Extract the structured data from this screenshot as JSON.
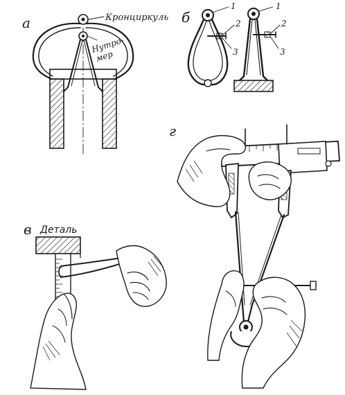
{
  "panels": {
    "a": {
      "letter": "а",
      "callouts": {
        "caliper": "Кронциркуль",
        "inner_caliper_line1": "Нутро-",
        "inner_caliper_line2": "мер"
      }
    },
    "b": {
      "letter": "б",
      "left_numbers": [
        "1",
        "2",
        "3"
      ],
      "right_numbers": [
        "1",
        "2",
        "3"
      ]
    },
    "v": {
      "letter": "в",
      "part_label": "Деталь"
    },
    "g": {
      "letter": "г"
    }
  },
  "colors": {
    "ink": "#1a1a1a",
    "paper": "#ffffff"
  }
}
